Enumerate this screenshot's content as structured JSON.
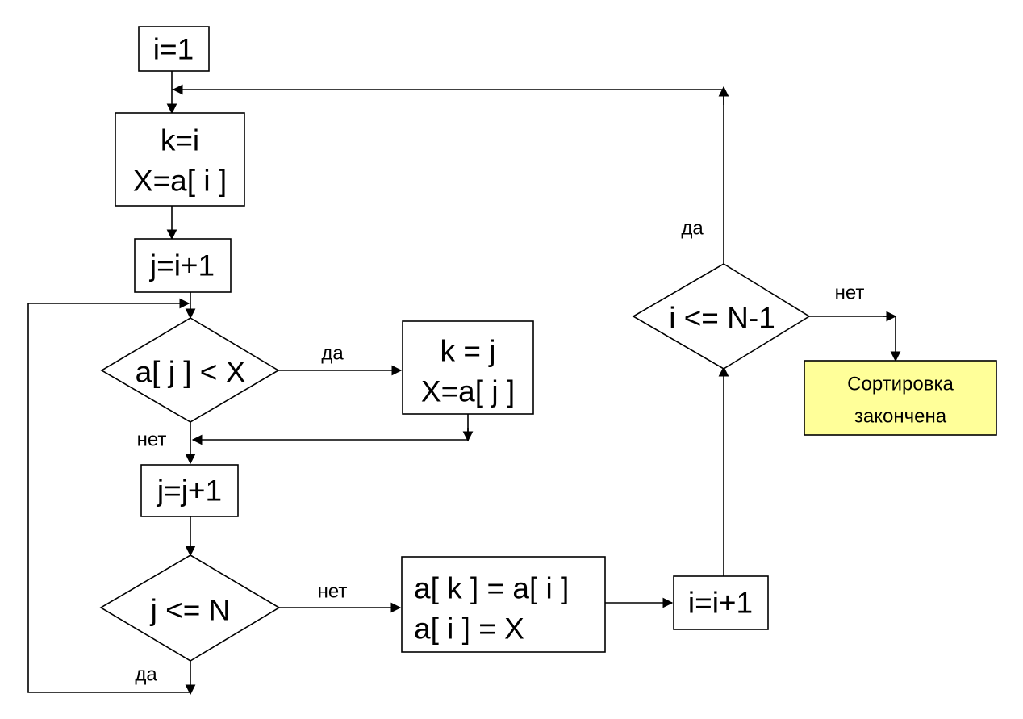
{
  "nodes": {
    "init_i": "i=1",
    "set_k": "k=i",
    "set_x": "X=a[ i ]",
    "init_j": "j=i+1",
    "cond_min": "a[ j ] < X",
    "upd_k": "k = j",
    "upd_x": "X=a[ j ]",
    "inc_j": "j=j+1",
    "cond_j": "j  <= N",
    "swap_1": "a[ k ] = a[ i ]",
    "swap_2": "a[ i ] = X",
    "inc_i": "i=i+1",
    "cond_i": "i <= N-1",
    "done_1": "Сортировка",
    "done_2": "закончена"
  },
  "edges": {
    "cond_min_yes": "да",
    "cond_min_no": "нет",
    "cond_j_no": "нет",
    "cond_j_yes": "да",
    "cond_i_yes": "да",
    "cond_i_no": "нет"
  },
  "colors": {
    "end_box": "#ffff99"
  }
}
